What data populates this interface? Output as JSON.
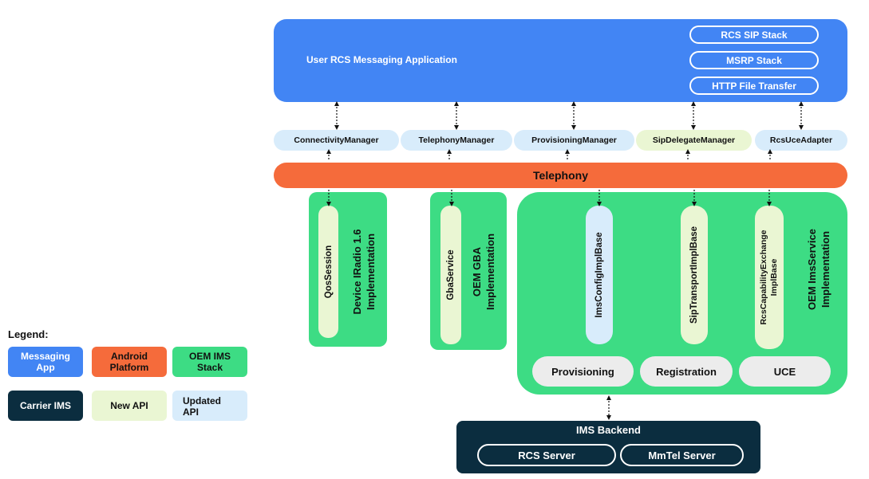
{
  "app": {
    "title": "User RCS Messaging Application",
    "stacks": [
      "RCS SIP Stack",
      "MSRP Stack",
      "HTTP File Transfer"
    ]
  },
  "managers": [
    "ConnectivityManager",
    "TelephonyManager",
    "ProvisioningManager",
    "SipDelegateManager",
    "RcsUceAdapter"
  ],
  "telephony": "Telephony",
  "device_radio": {
    "pill": "QosSession",
    "label_line1": "Device IRadio 1.6",
    "label_line2": "Implementation"
  },
  "oem_gba": {
    "pill": "GbaService",
    "label_line1": "OEM GBA",
    "label_line2": "Implementation"
  },
  "ims_service": {
    "pills": [
      "ImsConfigImplBase",
      "SipTransportImplBase",
      "RcsCapabilityExchange",
      "ImplBase"
    ],
    "label_line1": "OEM ImsService",
    "label_line2": "Implementation",
    "components": [
      "Provisioning",
      "Registration",
      "UCE"
    ]
  },
  "ims_backend": {
    "title": "IMS Backend",
    "servers": [
      "RCS Server",
      "MmTel Server"
    ]
  },
  "legend": {
    "title": "Legend:",
    "items": [
      {
        "line1": "Messaging",
        "line2": "App",
        "color": "#4285f4"
      },
      {
        "line1": "Android",
        "line2": "Platform",
        "color": "#f56b3b"
      },
      {
        "line1": "OEM IMS",
        "line2": "Stack",
        "color": "#3ddc84"
      },
      {
        "line1": "Carrier IMS",
        "line2": "",
        "color": "#0b2d3f"
      },
      {
        "line1": "New API",
        "line2": "",
        "color": "#eaf6d3"
      },
      {
        "line1": "Updated",
        "line2": "API",
        "color": "#d8ecfb"
      }
    ]
  },
  "colors": {
    "messaging_app": "#4285f4",
    "android_platform": "#f56b3b",
    "oem_ims_stack": "#3ddc84",
    "carrier_ims": "#0b2d3f",
    "new_api": "#eaf6d3",
    "updated_api": "#d8ecfb"
  }
}
